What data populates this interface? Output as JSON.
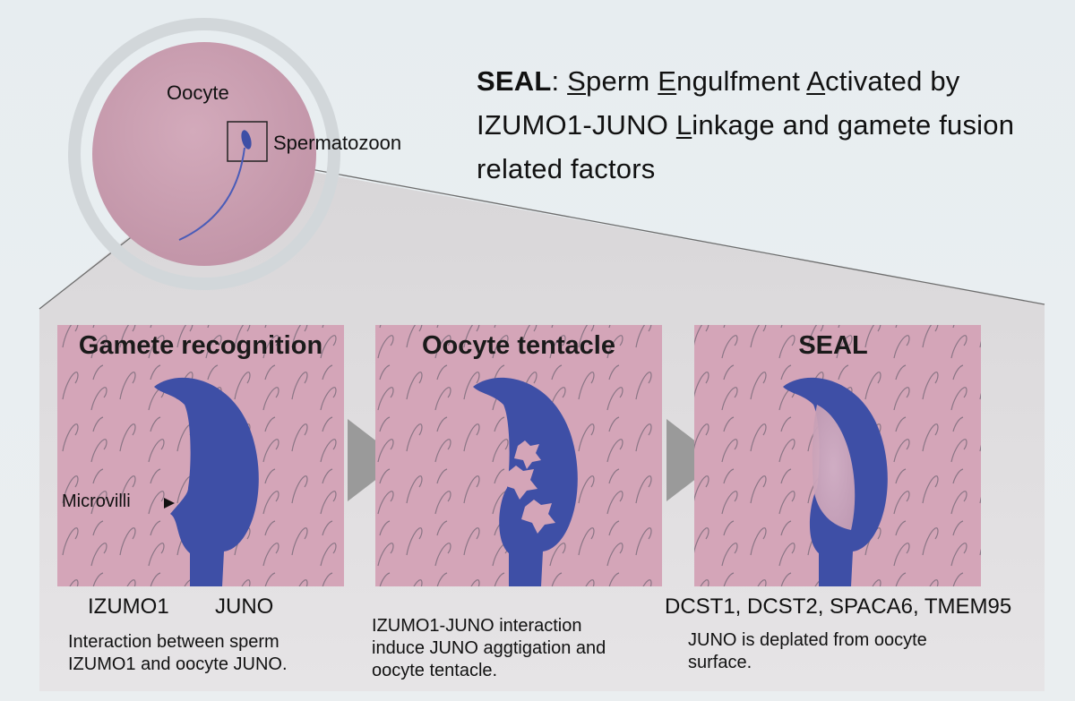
{
  "overview": {
    "oocyte_label": "Oocyte",
    "sperm_label": "Spermatozoon"
  },
  "seal_definition": {
    "line1": {
      "abbr": "SEAL",
      "colon": ": ",
      "w1_initial": "S",
      "w1_rest": "perm ",
      "w2_initial": "E",
      "w2_rest": "ngulfment ",
      "w3_initial": "A",
      "w3_rest": "ctivated by"
    },
    "line2": {
      "pre": "IZUMO1-JUNO ",
      "w4_initial": "L",
      "w4_rest": "inkage and gamete fusion"
    },
    "line3": "related factors"
  },
  "panels": [
    {
      "title": "Gamete recognition",
      "genes": [
        "IZUMO1",
        "JUNO"
      ],
      "caption": [
        "Interaction between sperm",
        "IZUMO1 and oocyte JUNO."
      ],
      "annotation": "Microvilli"
    },
    {
      "title": "Oocyte tentacle",
      "caption": [
        "IZUMO1-JUNO interaction",
        "induce JUNO aggtigation and",
        "oocyte tentacle."
      ]
    },
    {
      "title": "SEAL",
      "genes_line": "DCST1, DCST2, SPACA6, TMEM95",
      "caption": [
        "JUNO is deplated from oocyte",
        "surface."
      ]
    }
  ],
  "colors": {
    "oocyte_fill": "#c9a0b1",
    "panel_fill": "#d4a5b8",
    "sperm_blue": "#3e4fa6",
    "arrow_gray": "#9a9a9a",
    "inset_bg": "#d6d4d6"
  }
}
